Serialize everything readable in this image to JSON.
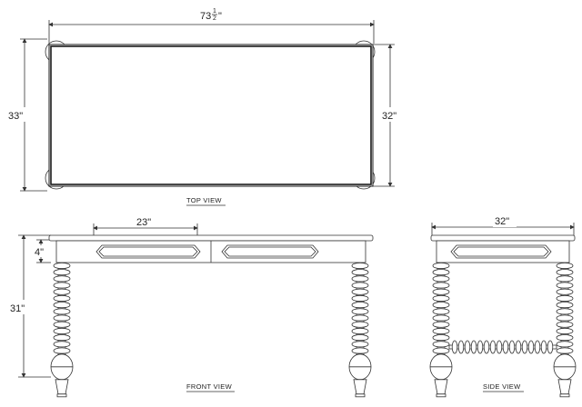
{
  "top_view": {
    "label": "TOP VIEW",
    "width_whole": "73",
    "width_frac_num": "1",
    "width_frac_den": "2",
    "width_unit": "\"",
    "depth_left": "33\"",
    "depth_right": "32\""
  },
  "front_view": {
    "label": "FRONT VIEW",
    "drawer_width": "23\"",
    "apron_height": "4\"",
    "table_height": "31\""
  },
  "side_view": {
    "label": "SIDE VIEW",
    "width": "32\""
  },
  "colors": {
    "line": "#333333",
    "background": "#ffffff"
  }
}
